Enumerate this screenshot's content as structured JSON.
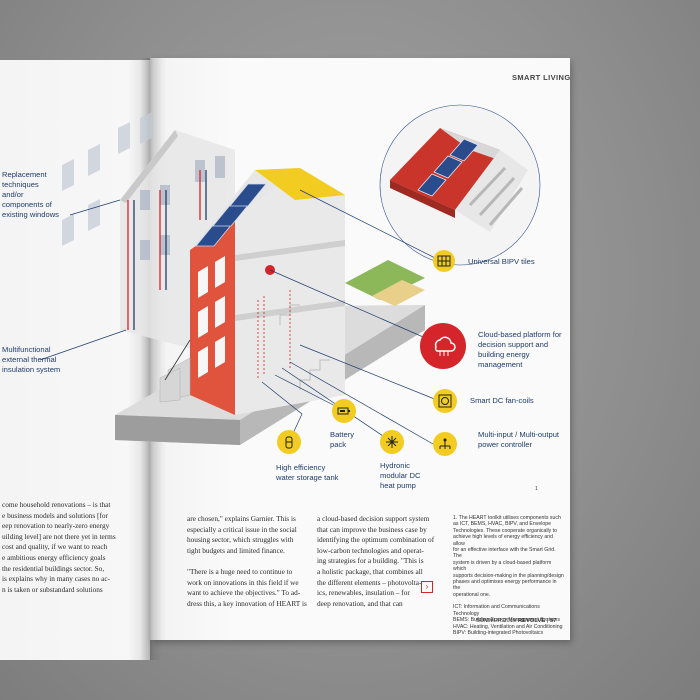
{
  "header": {
    "section": "SMART LIVING"
  },
  "left_labels": {
    "windows": [
      "Replacement",
      "techniques",
      "and/or",
      "components of",
      "existing windows"
    ],
    "insulation": [
      "Multifunctional",
      "external thermal",
      "insulation system"
    ]
  },
  "callouts": {
    "bipv": "Universal BIPV tiles",
    "cloud": [
      "Cloud-based platform for",
      "decision support and",
      "building energy",
      "management"
    ],
    "fancoils": "Smart DC fan-coils",
    "controller": [
      "Multi-input / Multi-output",
      "power controller"
    ],
    "battery": [
      "Battery",
      "pack"
    ],
    "heatpump": [
      "Hydronic",
      "modular DC",
      "heat pump"
    ],
    "tank": [
      "High efficiency",
      "water storage tank"
    ]
  },
  "footnote_marker": "1",
  "left_text": [
    "come household renovations – is that",
    "e business models and solutions [for",
    "eep renovation to nearly-zero energy",
    "uilding level] are not there yet in terms",
    "cost and quality, if we want to reach",
    "e ambitious energy efficiency goals",
    "the residential buildings sector. So,",
    "is explains why in many cases no ac-",
    "n is taken or substandard solutions"
  ],
  "col1_text": [
    "are chosen,\" explains Garnier. This is",
    "especially a critical issue in the social",
    "housing sector, which struggles with",
    "tight budgets and limited finance.",
    "",
    "\"There is a huge need to continue to",
    "work on innovations in this field if we",
    "want to achieve the objectives.\" To ad-",
    "dress this, a key innovation of HEART is"
  ],
  "col2_text": [
    "a cloud-based decision support system",
    "that can improve the business case by",
    "identifying the optimum combination of",
    "low-carbon technologies and operat-",
    "ing strategies for a building. \"This is",
    "a holistic package, that combines all",
    "the different elements – photovolta-",
    "ics, renewables, insulation – for",
    "deep renovation, and that can"
  ],
  "footnote_text": [
    "1. The HEART toolkit utilises components such",
    "as ICT, BEMS, HVAC, BIPV, and Envelope",
    "Technologies. These cooperate organically to",
    "achieve high levels of energy efficiency and allow",
    "for an effective interface with the Smart Grid. The",
    "system is driven by a cloud-based platform which",
    "supports decision-making in the planning/design",
    "phases and optimises energy performance in the",
    "operational one."
  ],
  "glossary": [
    "ICT: Information and Communications Technology",
    "BEMS: Building Energy Management Systems",
    "HVAC: Heating, Ventilation and Air Conditioning",
    "BIPV: Building-integrated Photovoltaics"
  ],
  "footer": {
    "season": "SUMMER 2019",
    "magazine": "REVOLVE",
    "page": "57"
  },
  "colors": {
    "yellow": "#f3cc21",
    "red": "#d5242a",
    "navy": "#1f3d6b",
    "brick": "#e0533d"
  }
}
